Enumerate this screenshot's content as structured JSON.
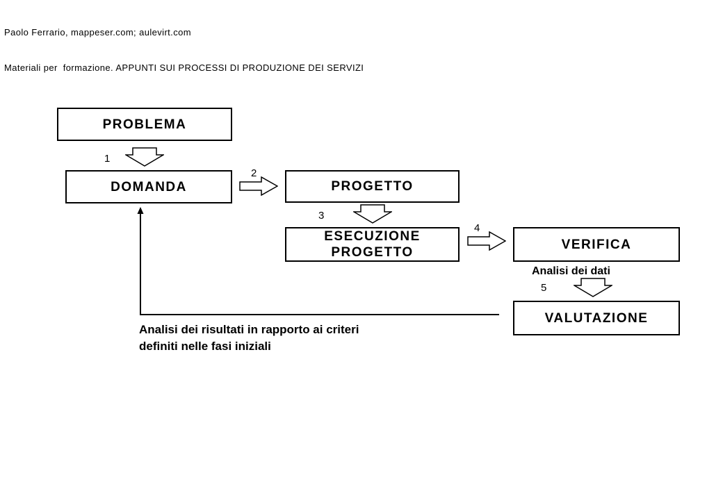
{
  "header": {
    "line1": "Paolo Ferrario, mappeser.com; aulevirt.com",
    "line2": "Materiali per  formazione. APPUNTI SUI PROCESSI DI PRODUZIONE DEI SERVIZI"
  },
  "flowchart": {
    "boxes": [
      {
        "id": "problema",
        "label": "PROBLEMA"
      },
      {
        "id": "domanda",
        "label": "DOMANDA"
      },
      {
        "id": "progetto",
        "label": "PROGETTO"
      },
      {
        "id": "esecuzione-progetto",
        "label": "ESECUZIONE\nPROGETTO"
      },
      {
        "id": "verifica",
        "label": "VERIFICA"
      },
      {
        "id": "valutazione",
        "label": "VALUTAZIONE"
      }
    ],
    "steps": [
      "1",
      "2",
      "3",
      "4",
      "5"
    ],
    "annotations": {
      "analisi_dati": "Analisi dei dati",
      "feedback": "Analisi dei risultati in rapporto ai criteri\ndefiniti nelle fasi iniziali"
    },
    "colors": {
      "ink": "#000000",
      "background": "#ffffff",
      "box_fill": "#ffffff"
    }
  }
}
